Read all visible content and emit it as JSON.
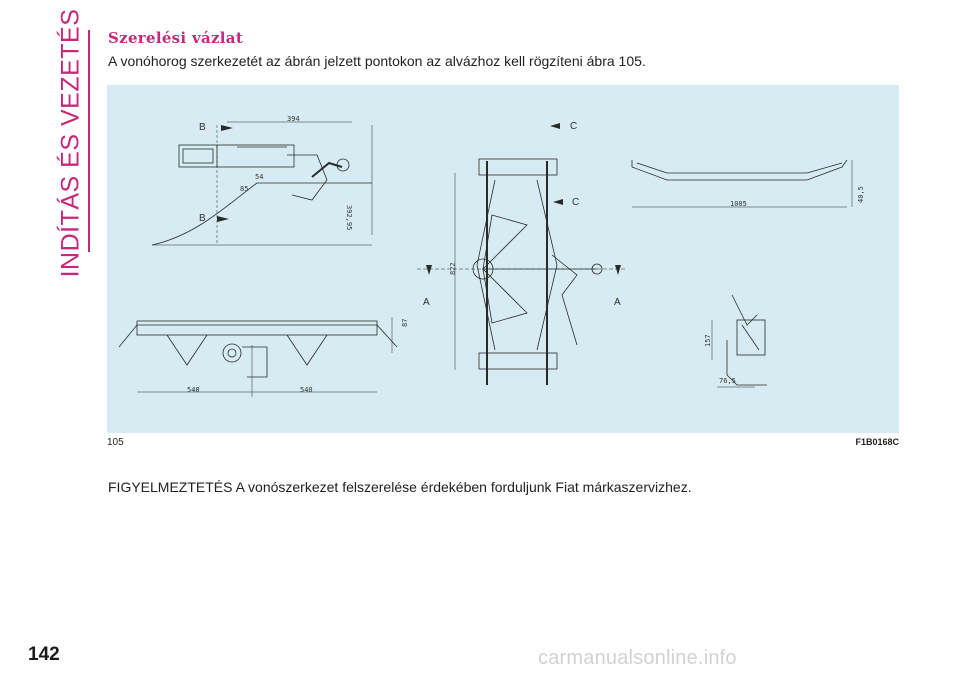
{
  "sidebar": {
    "title": "INDÍTÁS ÉS VEZETÉS"
  },
  "section": {
    "title": "Szerelési vázlat"
  },
  "intro": {
    "text": "A vonóhorog szerkezetét az ábrán jelzett pontokon az alvázhoz kell rögzíteni ábra 105."
  },
  "figure": {
    "number": "105",
    "code": "F1B0168C",
    "section_marks": [
      "B",
      "B",
      "C",
      "C",
      "A",
      "A"
    ],
    "dimensions": [
      "394",
      "54",
      "85",
      "392,95",
      "87",
      "540",
      "540",
      "822",
      "1005",
      "40,5",
      "157",
      "76,5"
    ]
  },
  "warning": {
    "text": "FIGYELMEZTETÉS A vonószerkezet felszerelése érdekében forduljunk Fiat márkaszervizhez."
  },
  "page": {
    "number": "142"
  },
  "watermark": {
    "text": "carmanualsonline.info"
  },
  "colors": {
    "accent": "#c8287a",
    "figure_bg": "#d6ecf2"
  }
}
